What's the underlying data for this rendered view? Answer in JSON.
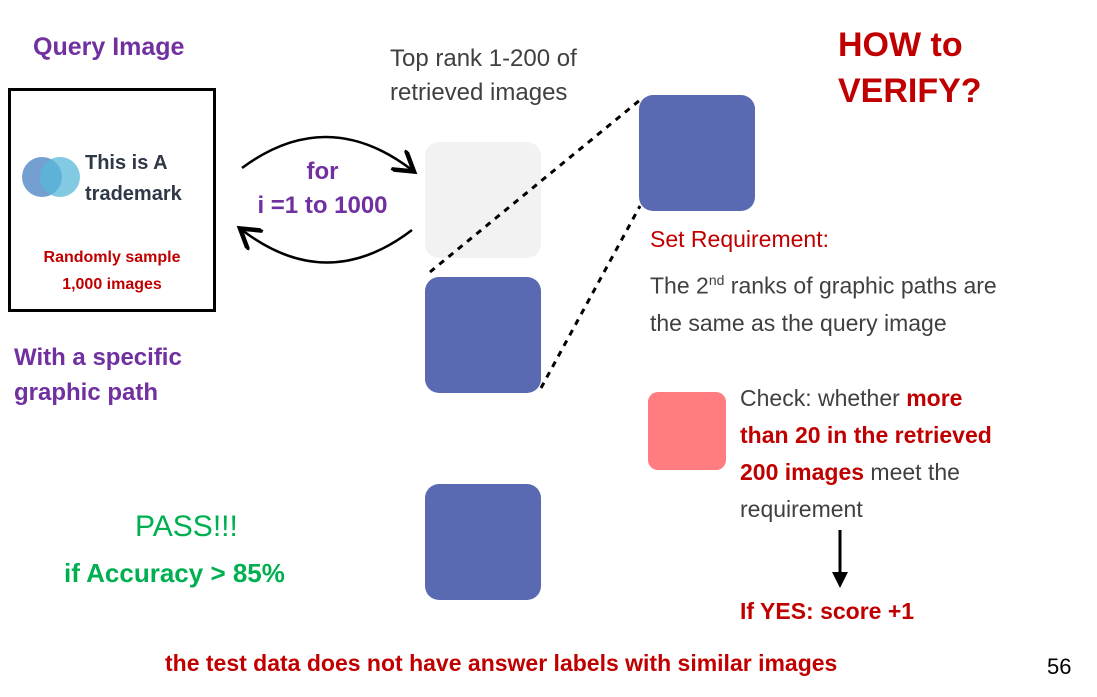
{
  "query": {
    "title": "Query Image",
    "trademark_line1": "This is A",
    "trademark_line2": "trademark",
    "sample_line1": "Randomly sample",
    "sample_line2": "1,000 images",
    "specific_line1": "With a specific",
    "specific_line2": "graphic path"
  },
  "loop": {
    "line1": "for",
    "line2": "i =1 to 1000"
  },
  "retrieved": {
    "line1": "Top rank 1-200 of",
    "line2": "retrieved images"
  },
  "verify": {
    "line1": "HOW to",
    "line2": "VERIFY?"
  },
  "requirement": {
    "label": "Set Requirement:",
    "line1_pre": "The 2",
    "line1_sup": "nd",
    "line1_post": " ranks of graphic paths are",
    "line2": "the same as the query image"
  },
  "check": {
    "prefix": "Check: whether ",
    "bold1": "more",
    "bold2": "than 20  in the retrieved",
    "bold3": "200 images",
    "suffix": " meet the",
    "line4": "requirement"
  },
  "result": {
    "yes": "If YES: score +1"
  },
  "pass": {
    "title": "PASS!!!",
    "condition": "if Accuracy > 85%"
  },
  "footer": {
    "note": "the test data does not have answer labels with similar images",
    "page_number": "56"
  },
  "colors": {
    "purple": "#7030a0",
    "dark_red": "#c00000",
    "green": "#00b050",
    "tile_blue": "#5a6ab2",
    "tile_pink": "#ff7c80"
  }
}
